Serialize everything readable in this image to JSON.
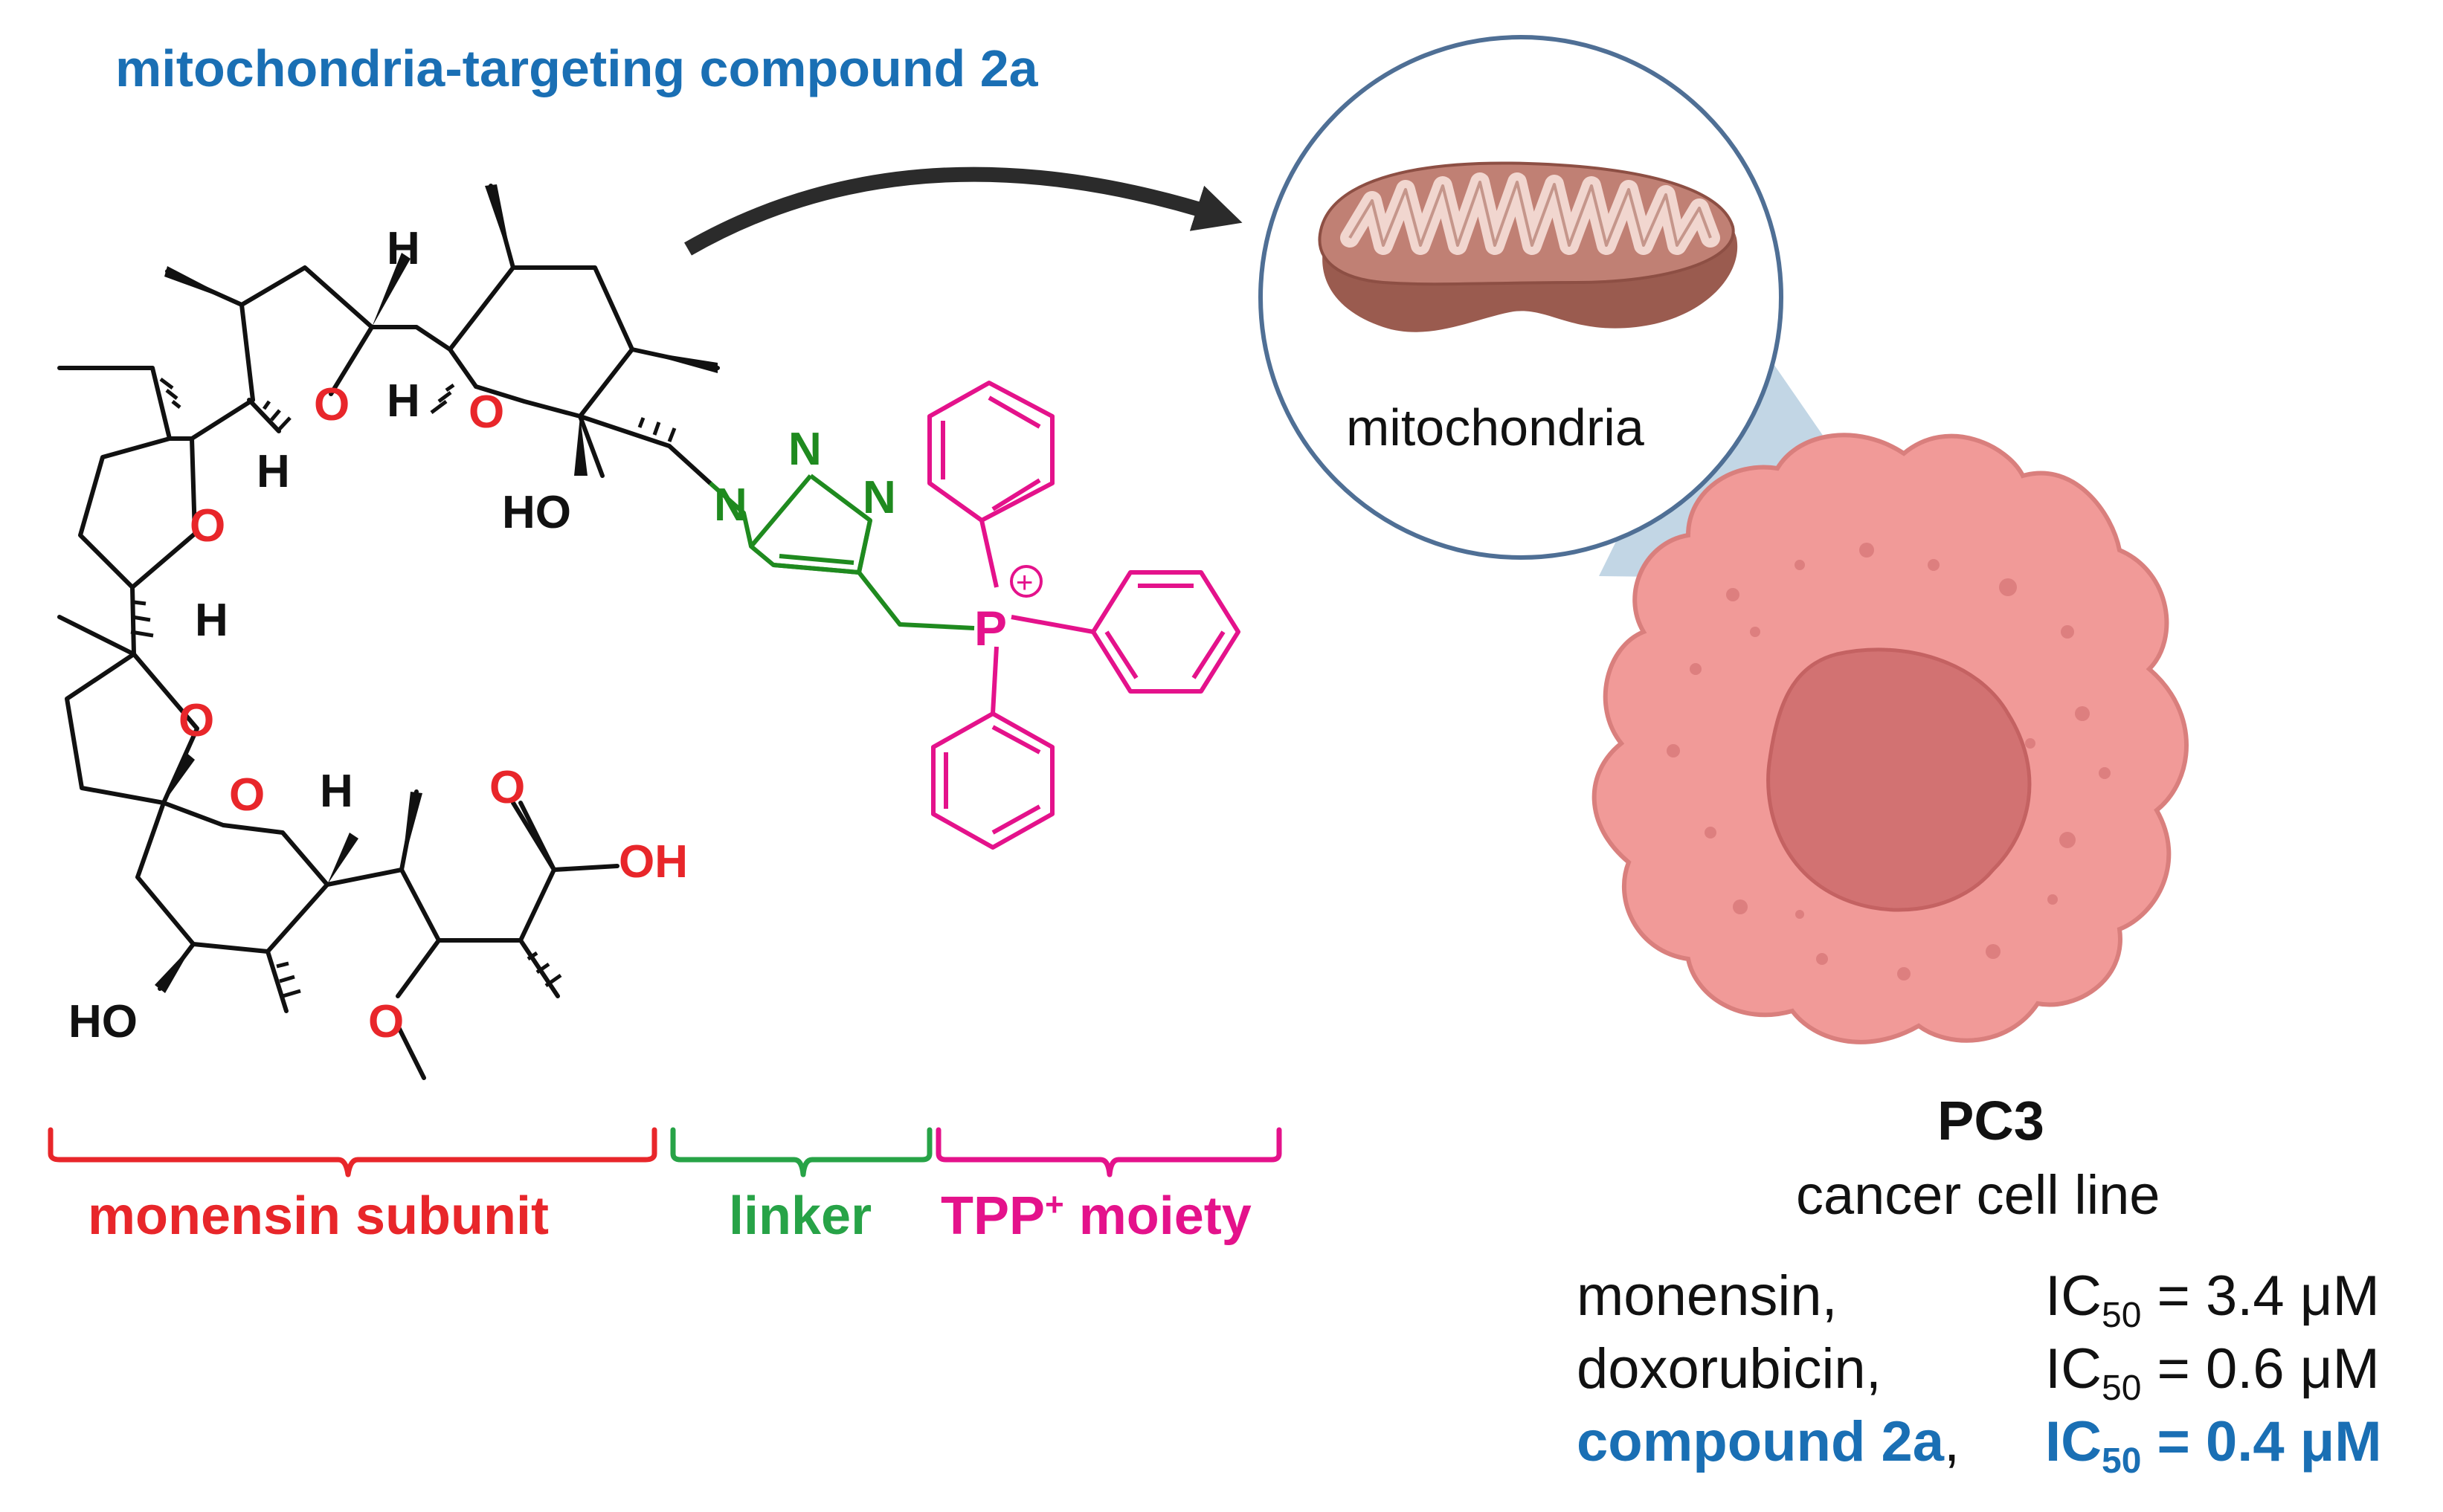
{
  "title": "mitochondria-targeting compound 2a",
  "segments": {
    "monensin": "monensin subunit",
    "linker": "linker",
    "tpp": "TPP",
    "tpp_sup": "+",
    "tpp_suffix": " moiety"
  },
  "mito_label": "mitochondria",
  "cell": {
    "name": "PC3",
    "subtitle": "cancer cell line"
  },
  "ic50": [
    {
      "compound": "monensin",
      "sep": ",",
      "label": "IC",
      "sub": "50",
      "value": " = 3.4 μM"
    },
    {
      "compound": "doxorubicin",
      "sep": ",",
      "label": "IC",
      "sub": "50",
      "value": " = 0.6 μM"
    },
    {
      "compound": "compound 2a",
      "sep": ",",
      "label": "IC",
      "sub": "50",
      "value": " = 0.4 μM"
    }
  ],
  "atoms": {
    "O": "O",
    "H": "H",
    "HO": "HO",
    "OH": "OH",
    "N": "N",
    "P": "P",
    "plus": "+"
  },
  "colors": {
    "title_blue": "#1a6fb4",
    "monensin_red": "#e8262a",
    "linker_green": "#27a347",
    "triazole_green": "#1f8a1f",
    "tpp_pink": "#e4128b",
    "cell_pink": "#f19a98",
    "nucleus": "#d27272",
    "mito_brown": "#c08074"
  }
}
